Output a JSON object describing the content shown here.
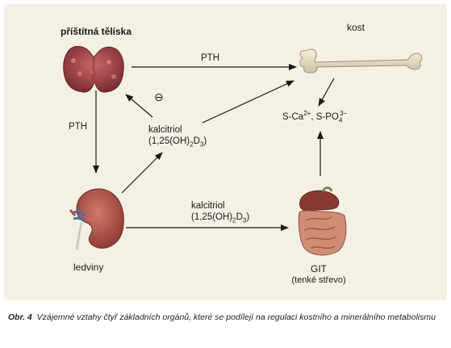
{
  "organs": {
    "parathyroid": "příštítná tělíska",
    "bone": "kost",
    "kidney": "ledviny",
    "git": "GIT",
    "git_sub": "(tenké střevo)"
  },
  "arrows": {
    "pth_top": "PTH",
    "pth_left": "PTH",
    "inhibition": "⊖"
  },
  "calcitriol": {
    "name": "kalcitriol",
    "formula_pre": "(1,25(OH)",
    "formula_sub1": "2",
    "formula_mid": "D",
    "formula_sub2": "3",
    "formula_post": ")"
  },
  "serum": {
    "ca_pre": "S-Ca",
    "ca_sup": "2+",
    "mid": ", S-PO",
    "po_sub": "4",
    "po_sup": "3−"
  },
  "caption": {
    "label": "Obr. 4",
    "text": "Vzájemné vztahy čtyř základních orgánů, které se podílejí na regulaci kostního a minerálního metabolismu"
  },
  "colors": {
    "background": "#f4f0e4",
    "arrow": "#1a1a1a",
    "parathyroid": "#a84a4e",
    "bone": "#ede4cf",
    "kidney": "#b8584e",
    "vessel": "#4b7fb5",
    "intestine": "#c9816e"
  }
}
